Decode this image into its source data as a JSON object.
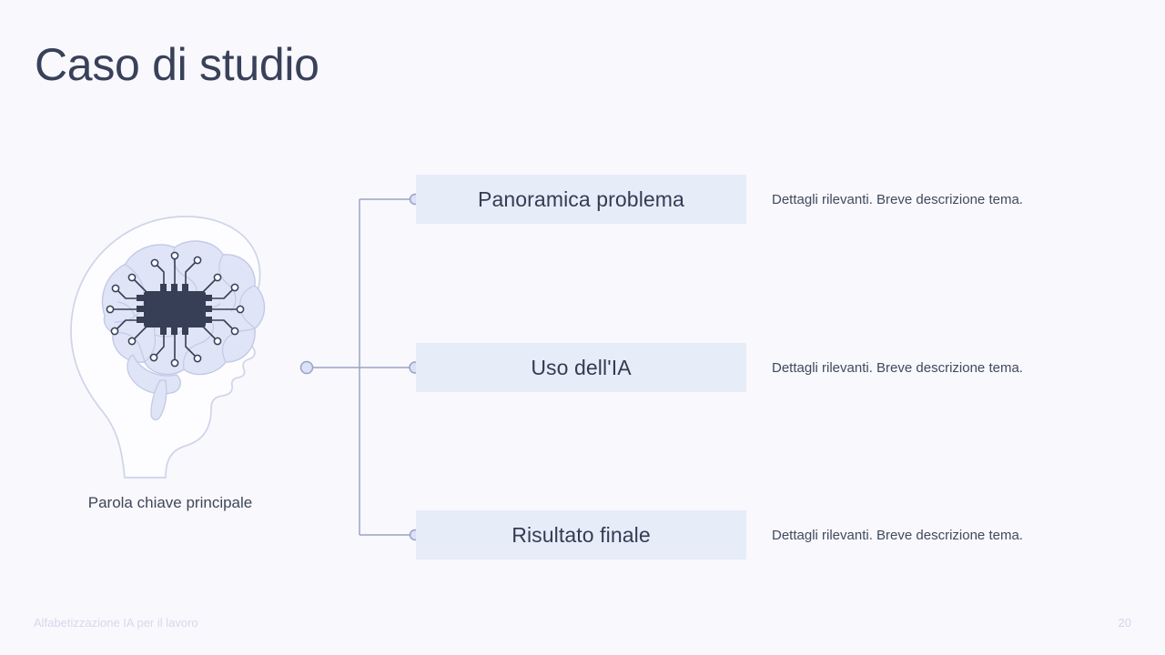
{
  "slide": {
    "title": "Caso di studio",
    "background_color": "#f8f8fd"
  },
  "illustration": {
    "name": "head-brain-chip-illustration",
    "caption": "Parola chiave principale",
    "head_outline_color": "#cfd4ea",
    "brain_fill_color": "#dfe4f7",
    "brain_line_color": "#c3c9e6",
    "chip_color": "#363f55"
  },
  "diagram": {
    "connector_color": "#9aa2c4",
    "node_fill_color": "#dbe1f6",
    "node_stroke_color": "#9aa2c4",
    "box_color": "#e7ecf9",
    "rows": [
      {
        "label": "Panoramica problema",
        "description": "Dettagli rilevanti. Breve descrizione tema."
      },
      {
        "label": "Uso dell'IA",
        "description": "Dettagli rilevanti. Breve descrizione tema."
      },
      {
        "label": "Risultato finale",
        "description": "Dettagli rilevanti. Breve descrizione tema."
      }
    ]
  },
  "footer": {
    "left_text": "Alfabetizzazione IA per il lavoro",
    "page_number": "20"
  }
}
